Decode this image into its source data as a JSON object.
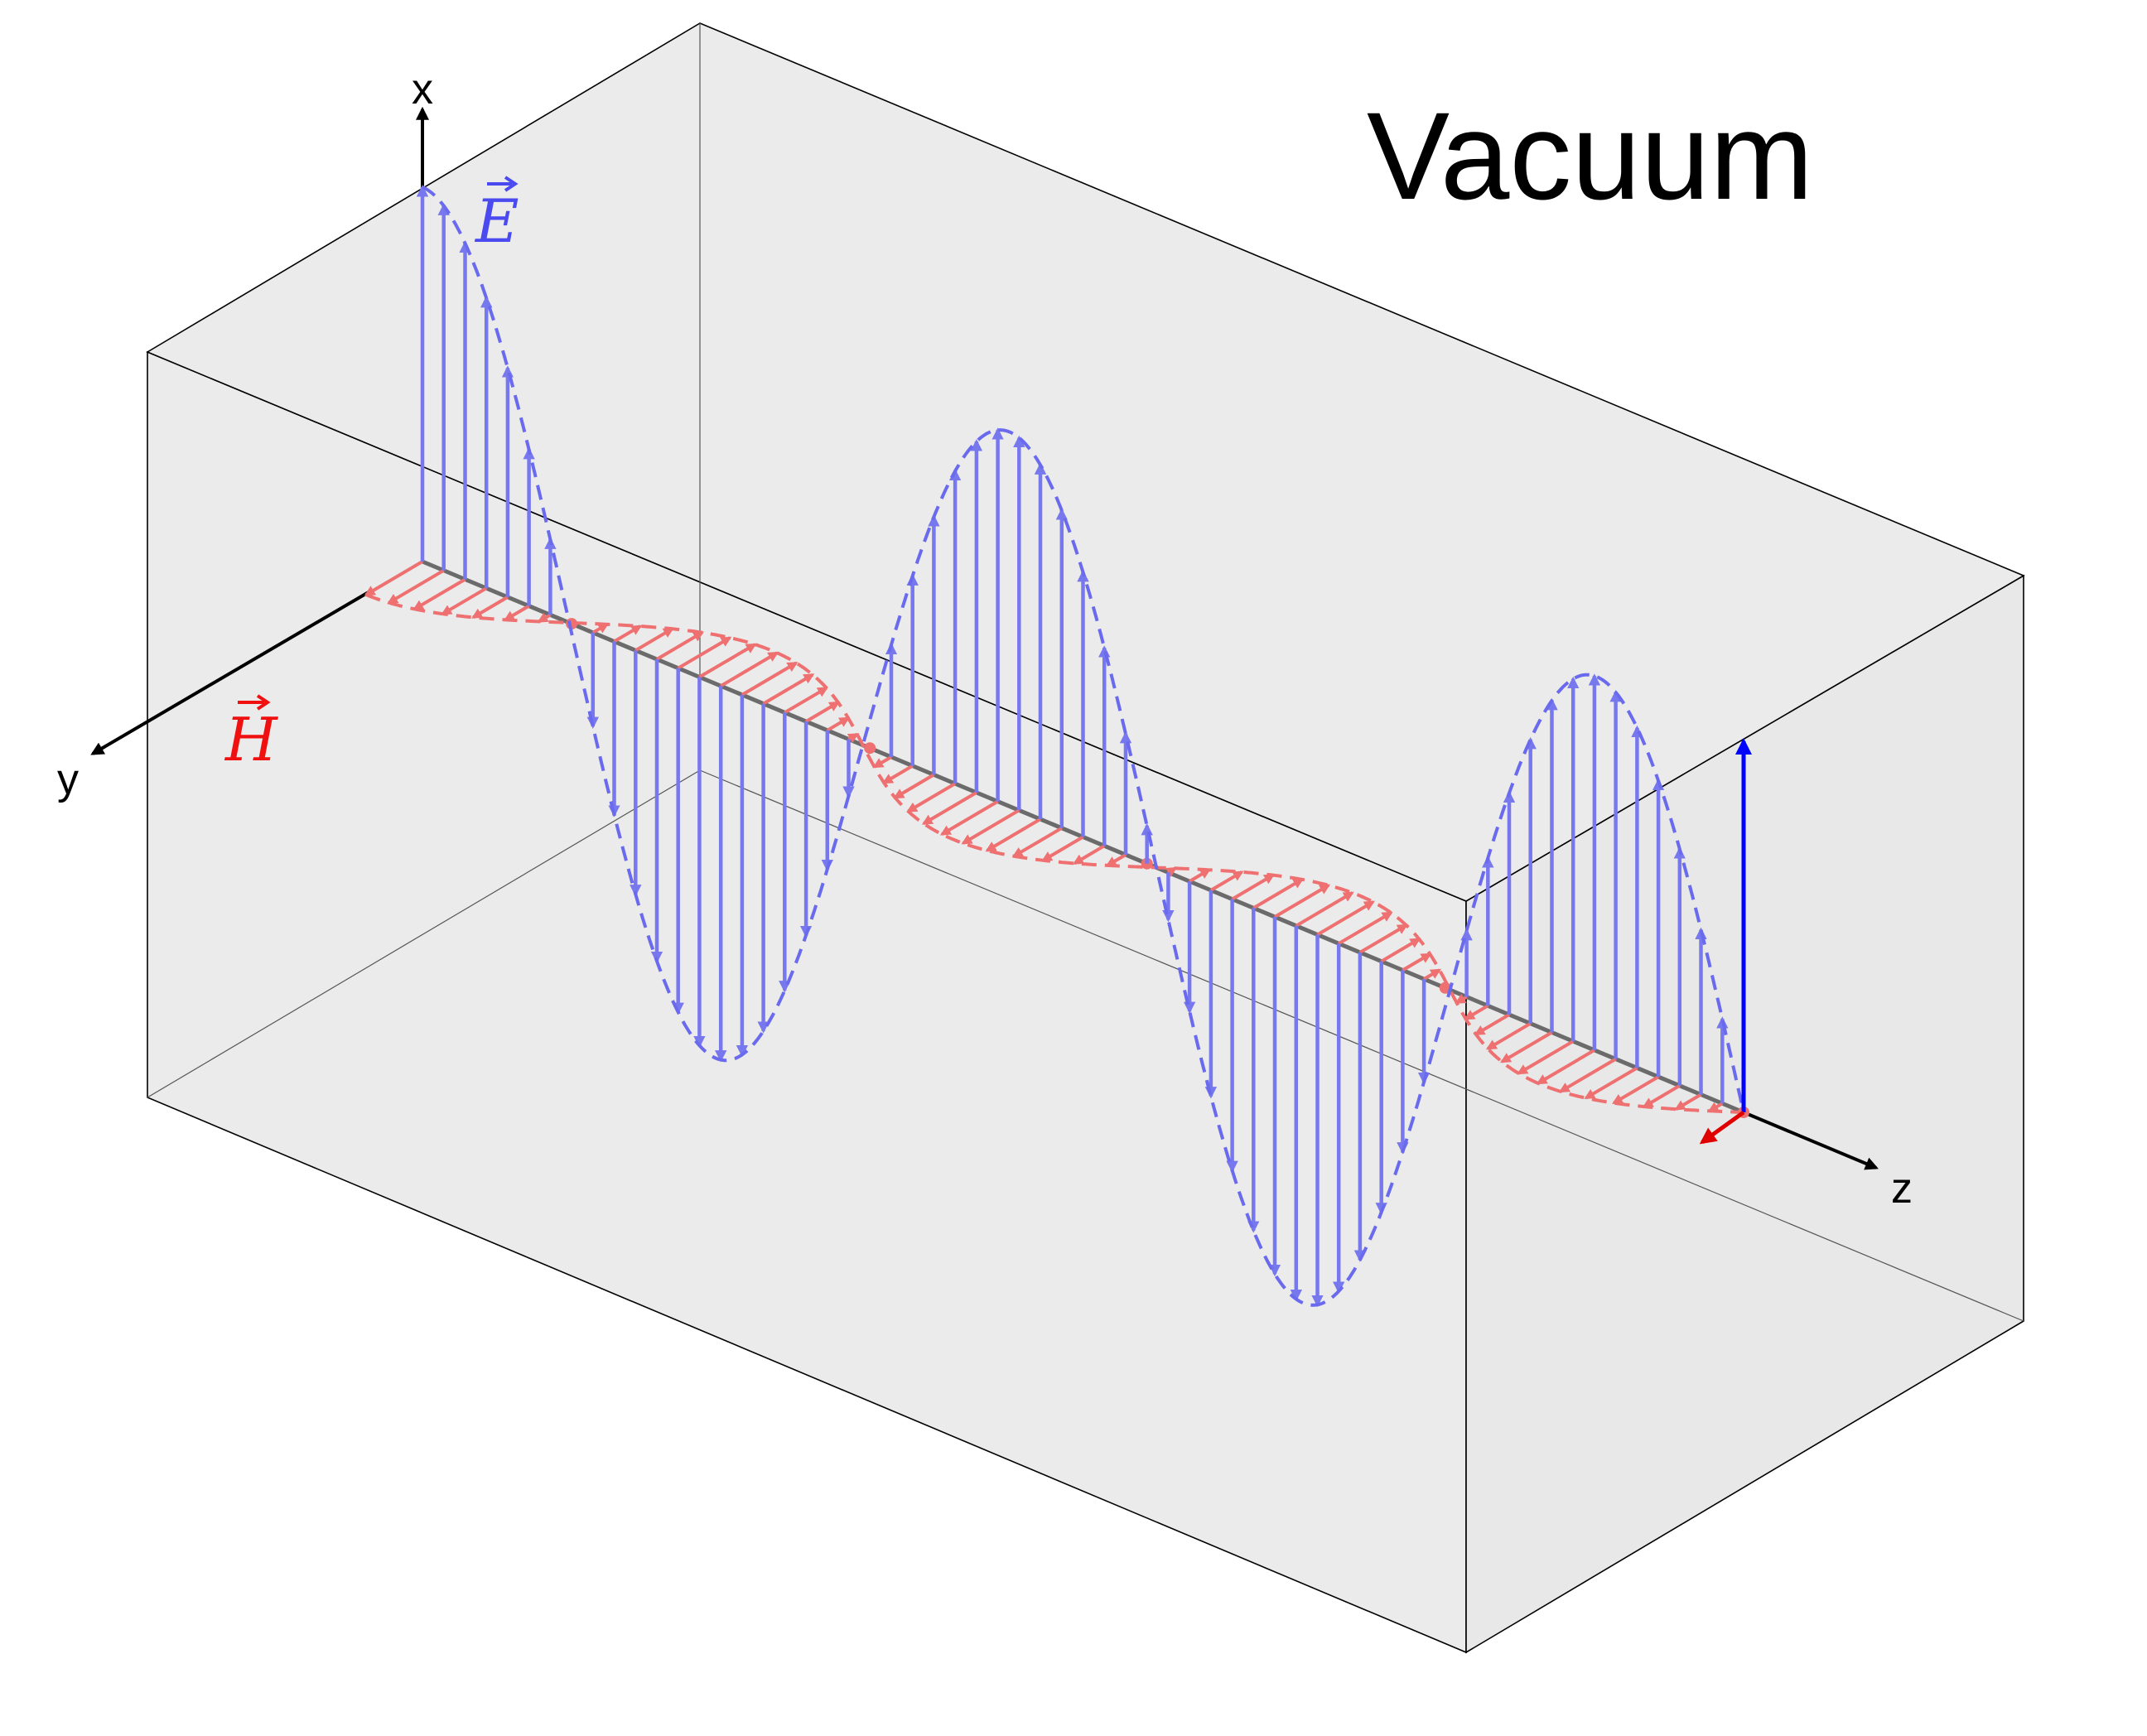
{
  "title": "Vacuum",
  "axes": {
    "x": "x",
    "y": "y",
    "z": "z"
  },
  "fields": {
    "E": {
      "symbol": "E",
      "color": "#4a4af0",
      "vector_color": "#0000ff"
    },
    "H": {
      "symbol": "H",
      "color": "#f01010",
      "vector_color": "#e00000"
    }
  },
  "colors": {
    "box_fill": "#ebebeb",
    "box_edge": "#000000",
    "propagation_axis": "#6b6b6b"
  },
  "wave": {
    "wavelengths_shown": 2.25,
    "E_polarization": "x",
    "H_polarization": "y",
    "propagation": "z",
    "vectors_per_field": 63
  }
}
